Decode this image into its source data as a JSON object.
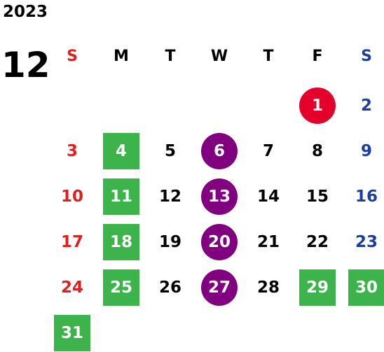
{
  "calendar": {
    "year": "2023",
    "month": "12",
    "weekdays": [
      {
        "label": "S",
        "color": "#e02020"
      },
      {
        "label": "M",
        "color": "#000000"
      },
      {
        "label": "T",
        "color": "#000000"
      },
      {
        "label": "W",
        "color": "#000000"
      },
      {
        "label": "T",
        "color": "#000000"
      },
      {
        "label": "F",
        "color": "#000000"
      },
      {
        "label": "S",
        "color": "#1a3fa0"
      }
    ],
    "days": [
      {
        "n": "1",
        "mark": "red-circle"
      },
      {
        "n": "2"
      },
      {
        "n": "3"
      },
      {
        "n": "4",
        "mark": "green-box"
      },
      {
        "n": "5"
      },
      {
        "n": "6",
        "mark": "purple-circle"
      },
      {
        "n": "7"
      },
      {
        "n": "8"
      },
      {
        "n": "9"
      },
      {
        "n": "10"
      },
      {
        "n": "11",
        "mark": "green-box"
      },
      {
        "n": "12"
      },
      {
        "n": "13",
        "mark": "purple-circle"
      },
      {
        "n": "14"
      },
      {
        "n": "15"
      },
      {
        "n": "16"
      },
      {
        "n": "17"
      },
      {
        "n": "18",
        "mark": "green-box"
      },
      {
        "n": "19"
      },
      {
        "n": "20",
        "mark": "purple-circle"
      },
      {
        "n": "21"
      },
      {
        "n": "22"
      },
      {
        "n": "23"
      },
      {
        "n": "24"
      },
      {
        "n": "25",
        "mark": "green-box"
      },
      {
        "n": "26"
      },
      {
        "n": "27",
        "mark": "purple-circle"
      },
      {
        "n": "28"
      },
      {
        "n": "29",
        "mark": "green-box"
      },
      {
        "n": "30",
        "mark": "green-box"
      },
      {
        "n": "31",
        "mark": "green-box"
      }
    ],
    "colors": {
      "sunday": "#e02020",
      "saturday": "#1a3fa0",
      "red_circle": "#e4002b",
      "purple_circle": "#800080",
      "green_box": "#3cb44b"
    }
  }
}
